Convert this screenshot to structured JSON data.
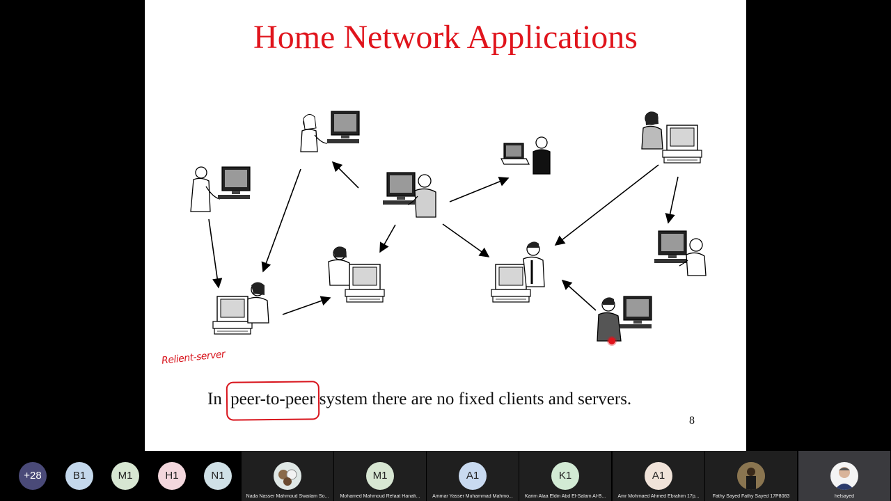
{
  "slide": {
    "title": "Home Network Applications",
    "caption_before": "In",
    "caption_highlight": "peer-to-peer",
    "caption_after": "system there are no fixed clients and servers.",
    "page_number": "8",
    "annotation": "Relient-server"
  },
  "participants": {
    "overflow_label": "+28",
    "bubbles": [
      {
        "initials": "B1",
        "color": "#c4d8ec"
      },
      {
        "initials": "M1",
        "color": "#d7e6d2"
      },
      {
        "initials": "H1",
        "color": "#f3d7dd"
      },
      {
        "initials": "N1",
        "color": "#cfe0e6"
      }
    ],
    "tiles": [
      {
        "name": "Nada Nasser Mahmoud Swailam So...",
        "initials": "",
        "avatar_color": "#dfe7e5"
      },
      {
        "name": "Mohamed Mahmoud Refaat Hanafi...",
        "initials": "M1",
        "avatar_color": "#d7e6d2"
      },
      {
        "name": "Ammar Yasser Muhammad Mahmo...",
        "initials": "A1",
        "avatar_color": "#c9daf0"
      },
      {
        "name": "Karim Alaa Eldin Abd El-Salam Al-B...",
        "initials": "K1",
        "avatar_color": "#d2ead4"
      },
      {
        "name": "Amr Mohmaed Ahmed Ebrahim 17p...",
        "initials": "A1",
        "avatar_color": "#f0e3d9"
      },
      {
        "name": "Fathy Sayed Fathy Sayed 17P8083",
        "initials": "",
        "avatar_color": "#6b5a3e"
      },
      {
        "name": "helsayed",
        "initials": "",
        "avatar_color": "#f4f4f4"
      }
    ]
  },
  "colors": {
    "title_red": "#e0141c",
    "ink_red": "#d8141c",
    "overflow_bubble": "#4a4a78"
  }
}
